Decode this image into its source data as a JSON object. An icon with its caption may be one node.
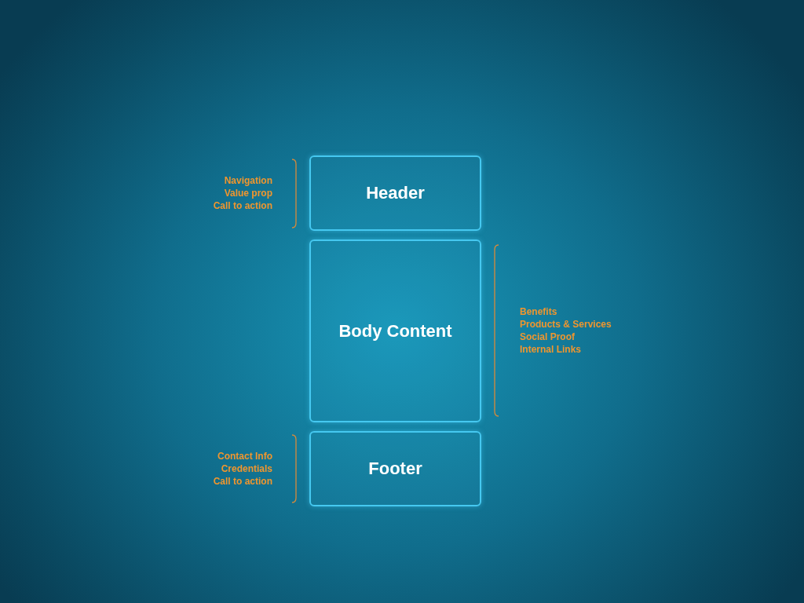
{
  "diagram": {
    "nodes": [
      {
        "text": [
          "Header"
        ],
        "beside": [
          "Navigation",
          "Value prop",
          "Call to action"
        ]
      },
      {
        "text": [
          "Body Content"
        ],
        "beside": [
          "Benefits",
          "Products & Services",
          "Social Proof",
          "Internal Links"
        ]
      },
      {
        "text": [
          "Footer"
        ],
        "beside": [
          "Contact Info",
          "Credentials",
          "Call to action"
        ]
      }
    ]
  }
}
